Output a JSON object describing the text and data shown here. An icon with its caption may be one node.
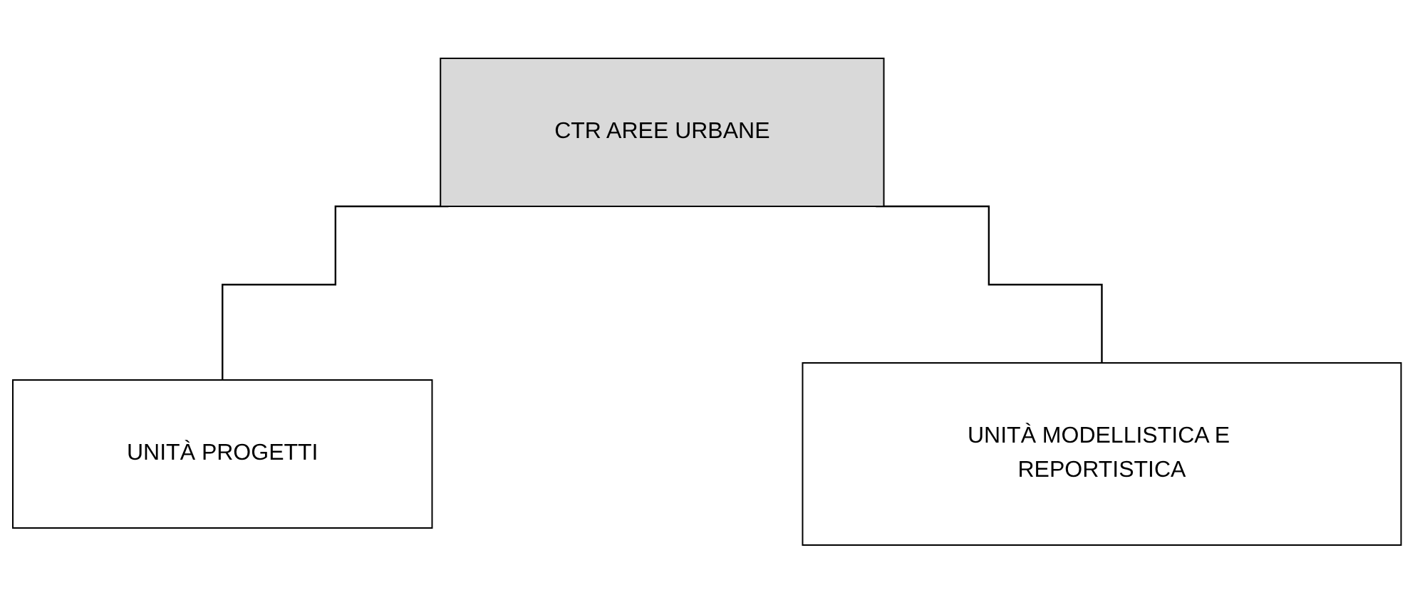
{
  "diagram": {
    "nodes": [
      {
        "text": [
          "CTR AREE URBANE"
        ]
      },
      {
        "text": [
          "UNITÀ PROGETTI"
        ]
      },
      {
        "text": [
          "UNITÀ MODELLISTICA E REPORTISTICA"
        ]
      }
    ],
    "edges": [
      {
        "from": 0,
        "to": 1,
        "arrow": "none"
      },
      {
        "from": 0,
        "to": 2,
        "arrow": "none"
      }
    ]
  }
}
